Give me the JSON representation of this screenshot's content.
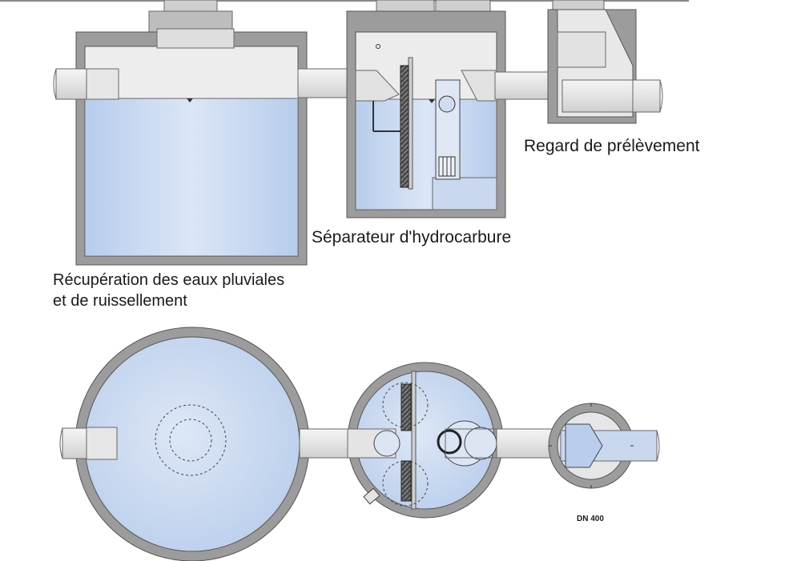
{
  "labels": {
    "regard": "Regard de prélèvement",
    "separateur": "Séparateur d'hydrocarbure",
    "recuperation_line1": "Récupération des eaux pluviales",
    "recuperation_line2": "et de ruissellement",
    "dn": "DN 400"
  },
  "colors": {
    "water": "#c6d7f0",
    "concrete": "#9a9a9a",
    "shell": "#bdbdbd",
    "pipe": "#e6e6e6",
    "outline": "#555555",
    "filter": "#3a3a3a"
  }
}
